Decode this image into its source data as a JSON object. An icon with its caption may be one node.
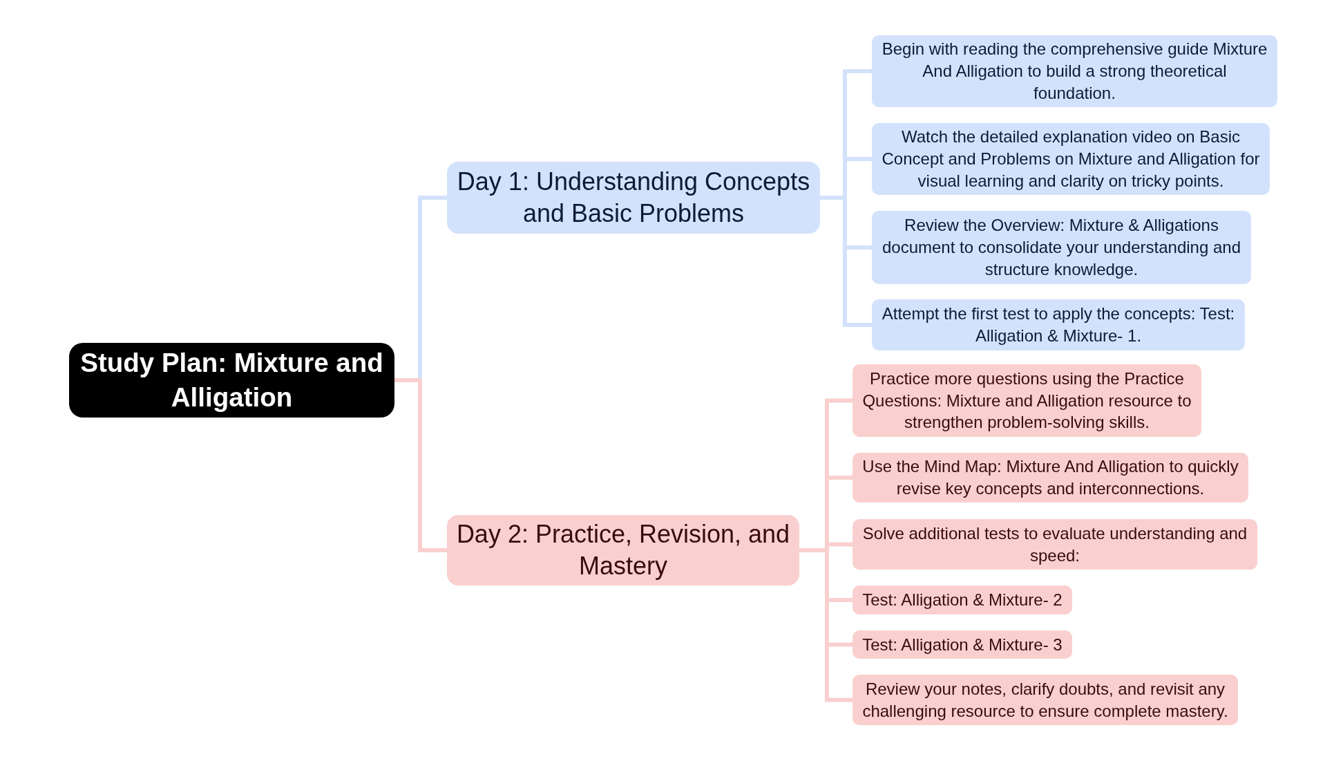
{
  "diagram": {
    "nodes": [
      {
        "text": [
          "Study Plan: Mixture and Alligation"
        ]
      },
      {
        "text": [
          "Day 1: Understanding Concepts and Basic Problems"
        ]
      },
      {
        "text": [
          "Begin with reading the comprehensive guide Mixture And Alligation to build a strong theoretical foundation."
        ]
      },
      {
        "text": [
          "Watch the detailed explanation video on Basic Concept and Problems on Mixture and Alligation for visual learning and clarity on tricky points."
        ]
      },
      {
        "text": [
          "Review the Overview: Mixture & Alligations document to consolidate your understanding and structure knowledge."
        ]
      },
      {
        "text": [
          "Attempt the first test to apply the concepts: Test: Alligation & Mixture- 1."
        ]
      },
      {
        "text": [
          "Day 2: Practice, Revision, and Mastery"
        ]
      },
      {
        "text": [
          "Practice more questions using the Practice Questions: Mixture and Alligation resource to strengthen problem-solving skills."
        ]
      },
      {
        "text": [
          "Use the Mind Map: Mixture And Alligation to quickly revise key concepts and interconnections."
        ]
      },
      {
        "text": [
          "Solve additional tests to evaluate understanding and speed:"
        ]
      },
      {
        "text": [
          "Test: Alligation & Mixture- 2"
        ]
      },
      {
        "text": [
          "Test: Alligation & Mixture- 3"
        ]
      },
      {
        "text": [
          "Review your notes, clarify doubts, and revisit any challenging resource to ensure complete mastery."
        ]
      }
    ],
    "edges": [
      {
        "from": 0,
        "to": 1,
        "arrow": "none",
        "color": "#d3e2fc"
      },
      {
        "from": 1,
        "to": 2,
        "arrow": "none",
        "color": "#d3e2fc"
      },
      {
        "from": 1,
        "to": 3,
        "arrow": "none",
        "color": "#d3e2fc"
      },
      {
        "from": 1,
        "to": 4,
        "arrow": "none",
        "color": "#d3e2fc"
      },
      {
        "from": 1,
        "to": 5,
        "arrow": "none",
        "color": "#d3e2fc"
      },
      {
        "from": 0,
        "to": 6,
        "arrow": "none"
      },
      {
        "from": 6,
        "to": 7,
        "arrow": "none"
      },
      {
        "from": 6,
        "to": 8,
        "arrow": "none"
      },
      {
        "from": 6,
        "to": 9,
        "arrow": "none"
      },
      {
        "from": 6,
        "to": 10,
        "arrow": "none"
      },
      {
        "from": 6,
        "to": 11,
        "arrow": "none"
      },
      {
        "from": 6,
        "to": 12,
        "arrow": "none"
      }
    ]
  }
}
